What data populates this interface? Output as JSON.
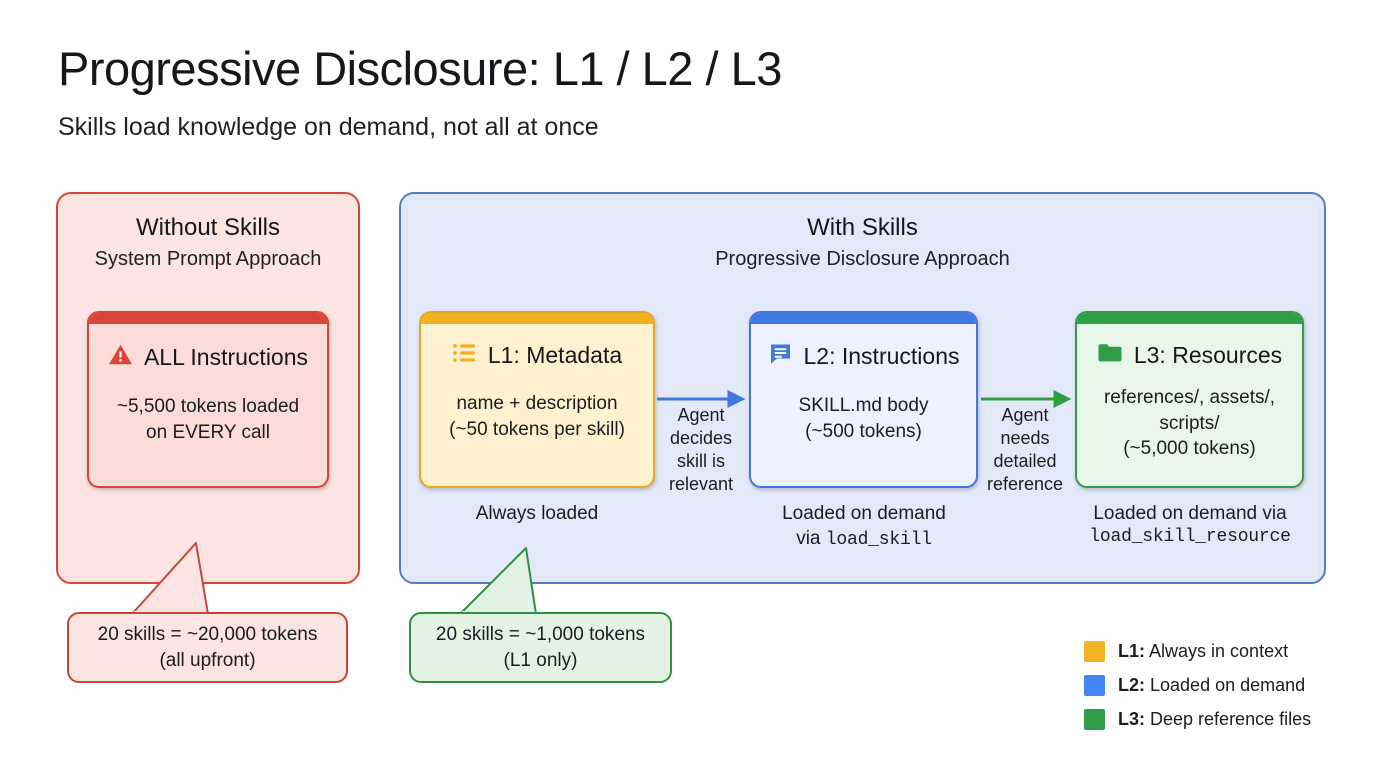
{
  "slide": {
    "title": "Progressive Disclosure: L1 / L2 / L3",
    "subtitle": "Skills load knowledge on demand, not all at once"
  },
  "panels": {
    "without": {
      "title": "Without Skills",
      "subtitle": "System Prompt Approach",
      "accent": "#d9453a",
      "background": "#fbe4e1",
      "card": {
        "icon": "warning-triangle-icon",
        "heading": "ALL Instructions",
        "body_line1": "~5,500 tokens loaded",
        "body_line2": "on EVERY call",
        "strip_color": "#d9453a"
      },
      "callout": {
        "line1": "20 skills = ~20,000 tokens",
        "line2": "(all upfront)",
        "border": "#c4453c",
        "background": "#fbe4e1"
      }
    },
    "with": {
      "title": "With Skills",
      "subtitle": "Progressive Disclosure Approach",
      "accent": "#4f7ec9",
      "background": "#e4e9fa",
      "cards": [
        {
          "id": "l1",
          "icon": "bulleted-list-icon",
          "heading": "L1: Metadata",
          "body_line1": "name + description",
          "body_line2": "(~50 tokens per skill)",
          "caption_line1": "Always loaded",
          "caption_line2": "",
          "strip_color": "#efb11f",
          "border_color": "#e9a722",
          "background": "#fdf1cf"
        },
        {
          "id": "l2",
          "icon": "speech-bubble-icon",
          "heading": "L2: Instructions",
          "body_line1": "SKILL.md body",
          "body_line2": "(~500 tokens)",
          "caption_line1": "Loaded on demand",
          "caption_line2": "via ",
          "caption_mono": "load_skill",
          "strip_color": "#3f78df",
          "border_color": "#3f78df",
          "background": "#eef2fe"
        },
        {
          "id": "l3",
          "icon": "folder-icon",
          "heading": "L3: Resources",
          "body_line1": "references/, assets/,",
          "body_line2": "scripts/",
          "body_line3": "(~5,000 tokens)",
          "caption_line1": "Loaded on demand via",
          "caption_mono": "load_skill_resource",
          "strip_color": "#2f9e47",
          "border_color": "#2f9e47",
          "background": "#e9f6ea"
        }
      ],
      "arrows": [
        {
          "id": "arrow-l1-l2",
          "color": "#3f78df",
          "label": "Agent decides skill is relevant"
        },
        {
          "id": "arrow-l2-l3",
          "color": "#2f9e47",
          "label": "Agent needs detailed reference"
        }
      ],
      "callout": {
        "line1": "20 skills = ~1,000 tokens",
        "line2": "(L1 only)",
        "border": "#2f8f42",
        "background": "#e2f3e4"
      }
    }
  },
  "legend": [
    {
      "swatch": "#f2b322",
      "prefix": "L1:",
      "text": "Always in context"
    },
    {
      "swatch": "#4285f4",
      "prefix": "L2:",
      "text": "Loaded on demand"
    },
    {
      "swatch": "#2f9e47",
      "prefix": "L3:",
      "text": "Deep reference files"
    }
  ]
}
